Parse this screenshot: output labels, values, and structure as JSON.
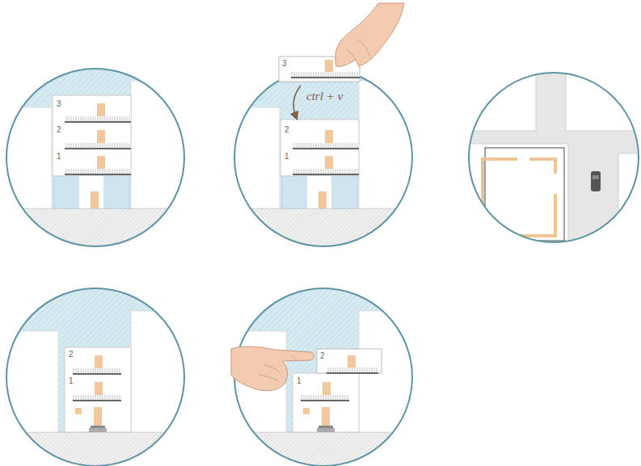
{
  "diagram": {
    "labels": [
      "3",
      "2",
      "1",
      "3",
      "ctrl + v",
      "2",
      "1",
      "2",
      "1",
      "2",
      "1"
    ]
  }
}
